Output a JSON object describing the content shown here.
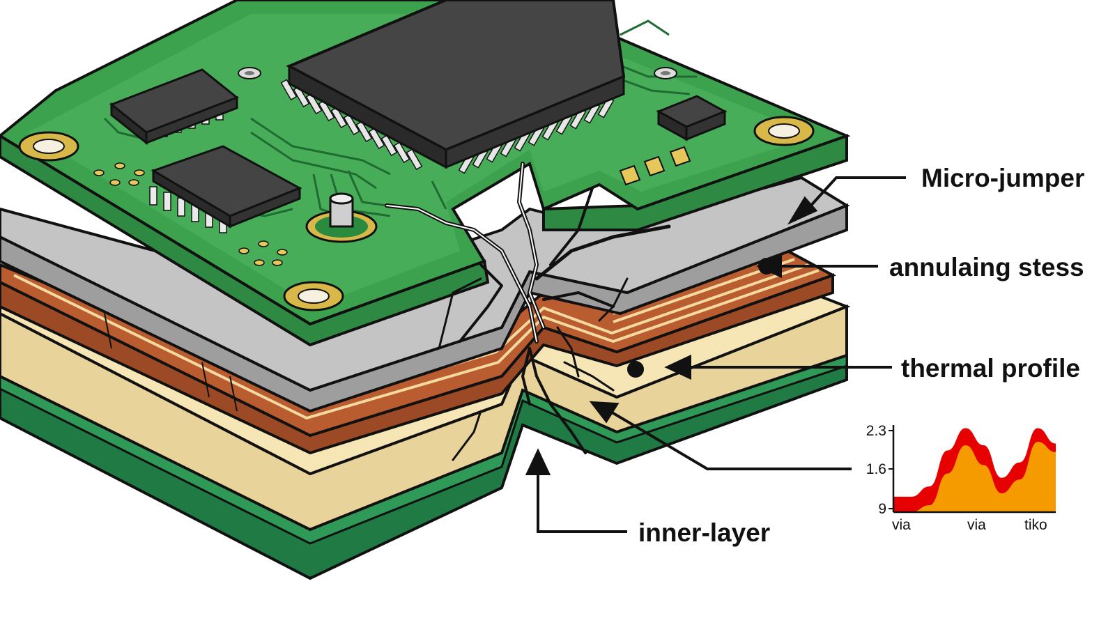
{
  "callouts": {
    "micro_jumper": "Micro-jumper",
    "annulaing_stress": "annulaing stess",
    "thermal_profile": "thermal profile",
    "inner_layer": "inner-layer"
  },
  "chart_data": {
    "type": "area",
    "y_ticks": [
      "2.3",
      "1.6",
      "9"
    ],
    "x_ticks": [
      "via",
      "via",
      "tiko"
    ],
    "series": [
      {
        "color": "#e60000",
        "values": [
          0.18,
          0.18,
          0.3,
          0.72,
          0.98,
          0.78,
          0.4,
          0.58,
          0.98,
          0.8
        ]
      },
      {
        "color": "#f59b00",
        "values": [
          0.0,
          0.0,
          0.08,
          0.45,
          0.78,
          0.55,
          0.22,
          0.38,
          0.82,
          0.7
        ]
      }
    ]
  },
  "colors": {
    "pcb_green": "#3a9a48",
    "pcb_green_light": "#59c06a",
    "pcb_green_dark": "#23713a",
    "chip": "#3d3d3d",
    "copper": "#b5582e",
    "core": "#f2dfa7",
    "plate_gray": "#bdbdbd",
    "pad_gold": "#d9b84a"
  }
}
